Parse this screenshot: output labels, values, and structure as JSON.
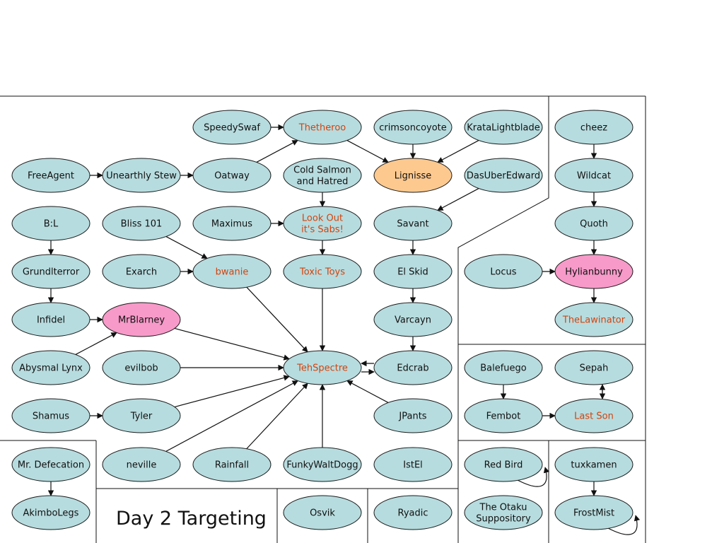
{
  "title": "Day 2 Targeting",
  "colors": {
    "default": "#b7dcdf",
    "pink": "#f79ac9",
    "orange": "#fdc98f",
    "highlight_text": "#d2440e",
    "text": "#111111"
  },
  "nodes": {
    "speedyswaf": {
      "label": [
        "SpeedySwaf"
      ],
      "fill": "default"
    },
    "thetheroo": {
      "label": [
        "Thetheroo"
      ],
      "fill": "default",
      "highlight": true
    },
    "crimsoncoyote": {
      "label": [
        "crimsoncoyote"
      ],
      "fill": "default"
    },
    "kratalightblade": {
      "label": [
        "KrataLightblade"
      ],
      "fill": "default"
    },
    "cheez": {
      "label": [
        "cheez"
      ],
      "fill": "default"
    },
    "freeagent": {
      "label": [
        "FreeAgent"
      ],
      "fill": "default"
    },
    "unearthly_stew": {
      "label": [
        "Unearthly Stew"
      ],
      "fill": "default"
    },
    "oatway": {
      "label": [
        "Oatway"
      ],
      "fill": "default"
    },
    "cold_salmon": {
      "label": [
        "Cold Salmon",
        "and Hatred"
      ],
      "fill": "default"
    },
    "lignisse": {
      "label": [
        "Lignisse"
      ],
      "fill": "orange"
    },
    "dasuberedward": {
      "label": [
        "DasUberEdward"
      ],
      "fill": "default"
    },
    "wildcat": {
      "label": [
        "Wildcat"
      ],
      "fill": "default"
    },
    "bl": {
      "label": [
        "B:L"
      ],
      "fill": "default"
    },
    "bliss101": {
      "label": [
        "Bliss 101"
      ],
      "fill": "default"
    },
    "maximus": {
      "label": [
        "Maximus"
      ],
      "fill": "default"
    },
    "look_out": {
      "label": [
        "Look Out",
        "it's Sabs!"
      ],
      "fill": "default",
      "highlight": true
    },
    "savant": {
      "label": [
        "Savant"
      ],
      "fill": "default"
    },
    "quoth": {
      "label": [
        "Quoth"
      ],
      "fill": "default"
    },
    "grundlterror": {
      "label": [
        "Grundlterror"
      ],
      "fill": "default"
    },
    "exarch": {
      "label": [
        "Exarch"
      ],
      "fill": "default"
    },
    "bwanie": {
      "label": [
        "bwanie"
      ],
      "fill": "default",
      "highlight": true
    },
    "toxic_toys": {
      "label": [
        "Toxic Toys"
      ],
      "fill": "default",
      "highlight": true
    },
    "el_skid": {
      "label": [
        "El Skid"
      ],
      "fill": "default"
    },
    "locus": {
      "label": [
        "Locus"
      ],
      "fill": "default"
    },
    "hylianbunny": {
      "label": [
        "Hylianbunny"
      ],
      "fill": "pink"
    },
    "infidel": {
      "label": [
        "Infidel"
      ],
      "fill": "default"
    },
    "mrblarney": {
      "label": [
        "MrBlarney"
      ],
      "fill": "pink"
    },
    "varcayn": {
      "label": [
        "Varcayn"
      ],
      "fill": "default"
    },
    "thelawinator": {
      "label": [
        "TheLawinator"
      ],
      "fill": "default",
      "highlight": true
    },
    "abysmal_lynx": {
      "label": [
        "Abysmal Lynx"
      ],
      "fill": "default"
    },
    "evilbob": {
      "label": [
        "evilbob"
      ],
      "fill": "default"
    },
    "tehspectre": {
      "label": [
        "TehSpectre"
      ],
      "fill": "default",
      "highlight": true
    },
    "edcrab": {
      "label": [
        "Edcrab"
      ],
      "fill": "default"
    },
    "balefuego": {
      "label": [
        "Balefuego"
      ],
      "fill": "default"
    },
    "sepah": {
      "label": [
        "Sepah"
      ],
      "fill": "default"
    },
    "shamus": {
      "label": [
        "Shamus"
      ],
      "fill": "default"
    },
    "tyler": {
      "label": [
        "Tyler"
      ],
      "fill": "default"
    },
    "jpants": {
      "label": [
        "JPants"
      ],
      "fill": "default"
    },
    "fembot": {
      "label": [
        "Fembot"
      ],
      "fill": "default"
    },
    "last_son": {
      "label": [
        "Last Son"
      ],
      "fill": "default",
      "highlight": true
    },
    "mr_defecation": {
      "label": [
        "Mr. Defecation"
      ],
      "fill": "default"
    },
    "neville": {
      "label": [
        "neville"
      ],
      "fill": "default"
    },
    "rainfall": {
      "label": [
        "Rainfall"
      ],
      "fill": "default"
    },
    "funkywaltdogg": {
      "label": [
        "FunkyWaltDogg"
      ],
      "fill": "default"
    },
    "istel": {
      "label": [
        "IstEl"
      ],
      "fill": "default"
    },
    "red_bird": {
      "label": [
        "Red Bird"
      ],
      "fill": "default"
    },
    "tuxkamen": {
      "label": [
        "tuxkamen"
      ],
      "fill": "default"
    },
    "akimbolegs": {
      "label": [
        "AkimboLegs"
      ],
      "fill": "default"
    },
    "osvik": {
      "label": [
        "Osvik"
      ],
      "fill": "default"
    },
    "ryadic": {
      "label": [
        "Ryadic"
      ],
      "fill": "default"
    },
    "otaku": {
      "label": [
        "The Otaku",
        "Suppository"
      ],
      "fill": "default"
    },
    "frostmist": {
      "label": [
        "FrostMist"
      ],
      "fill": "default"
    }
  },
  "edges": [
    [
      "speedyswaf",
      "thetheroo"
    ],
    [
      "freeagent",
      "unearthly_stew"
    ],
    [
      "unearthly_stew",
      "oatway"
    ],
    [
      "oatway",
      "thetheroo"
    ],
    [
      "thetheroo",
      "lignisse"
    ],
    [
      "crimsoncoyote",
      "lignisse"
    ],
    [
      "kratalightblade",
      "lignisse"
    ],
    [
      "dasuberedward",
      "savant"
    ],
    [
      "cold_salmon",
      "look_out"
    ],
    [
      "maximus",
      "look_out"
    ],
    [
      "look_out",
      "toxic_toys"
    ],
    [
      "savant",
      "el_skid"
    ],
    [
      "el_skid",
      "varcayn"
    ],
    [
      "varcayn",
      "edcrab"
    ],
    [
      "cheez",
      "wildcat"
    ],
    [
      "wildcat",
      "quoth"
    ],
    [
      "quoth",
      "hylianbunny"
    ],
    [
      "locus",
      "hylianbunny"
    ],
    [
      "hylianbunny",
      "thelawinator"
    ],
    [
      "bl",
      "grundlterror"
    ],
    [
      "grundlterror",
      "infidel"
    ],
    [
      "infidel",
      "mrblarney"
    ],
    [
      "abysmal_lynx",
      "mrblarney"
    ],
    [
      "bliss101",
      "bwanie"
    ],
    [
      "exarch",
      "bwanie"
    ],
    [
      "bwanie",
      "tehspectre"
    ],
    [
      "toxic_toys",
      "tehspectre"
    ],
    [
      "mrblarney",
      "tehspectre"
    ],
    [
      "evilbob",
      "tehspectre"
    ],
    [
      "tyler",
      "tehspectre"
    ],
    [
      "neville",
      "tehspectre"
    ],
    [
      "rainfall",
      "tehspectre"
    ],
    [
      "funkywaltdogg",
      "tehspectre"
    ],
    [
      "jpants",
      "tehspectre"
    ],
    [
      "edcrab",
      "tehspectre"
    ],
    [
      "tehspectre",
      "edcrab"
    ],
    [
      "shamus",
      "tyler"
    ],
    [
      "balefuego",
      "fembot"
    ],
    [
      "fembot",
      "last_son"
    ],
    [
      "sepah",
      "last_son"
    ],
    [
      "last_son",
      "sepah"
    ],
    [
      "mr_defecation",
      "akimbolegs"
    ],
    [
      "tuxkamen",
      "frostmist"
    ]
  ],
  "self_loops": [
    "red_bird",
    "frostmist"
  ]
}
